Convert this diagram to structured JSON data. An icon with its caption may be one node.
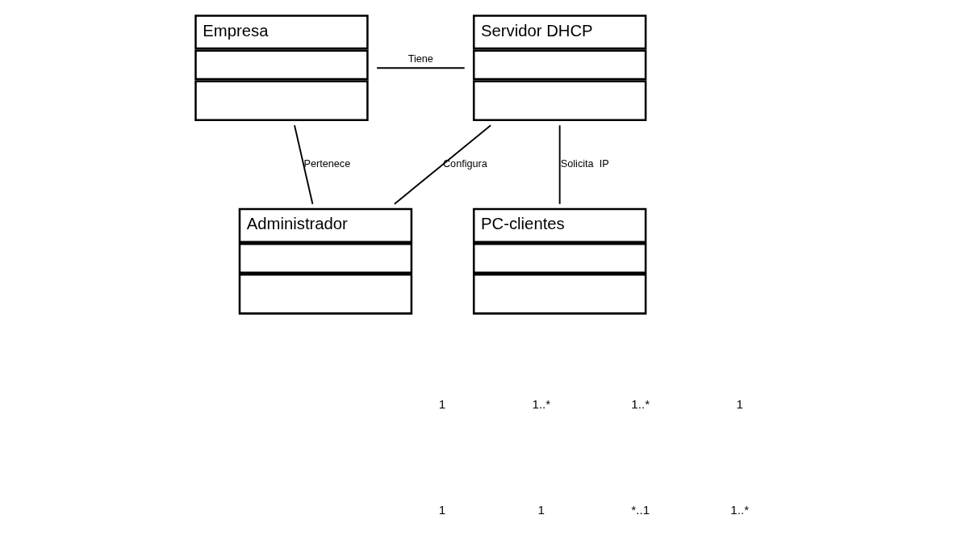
{
  "diagram": {
    "nodes": [
      {
        "text": [
          "Empresa"
        ]
      },
      {
        "text": [
          "Servidor DHCP"
        ]
      },
      {
        "text": [
          "Administrador"
        ]
      },
      {
        "text": [
          "PC-clientes"
        ]
      }
    ],
    "edges": [
      {
        "from": 0,
        "to": 1,
        "arrow": "none",
        "label": "Tiene"
      },
      {
        "from": 0,
        "to": 2,
        "arrow": "none",
        "label": "Pertenece"
      },
      {
        "from": 2,
        "to": 1,
        "arrow": "none",
        "label": "Configura"
      },
      {
        "from": 1,
        "to": 3,
        "arrow": "none",
        "label": "Solicita  IP"
      }
    ],
    "labels": [
      "1",
      "1..*",
      "1..*",
      "1",
      "1",
      "1",
      "*..1",
      "1..*"
    ]
  }
}
